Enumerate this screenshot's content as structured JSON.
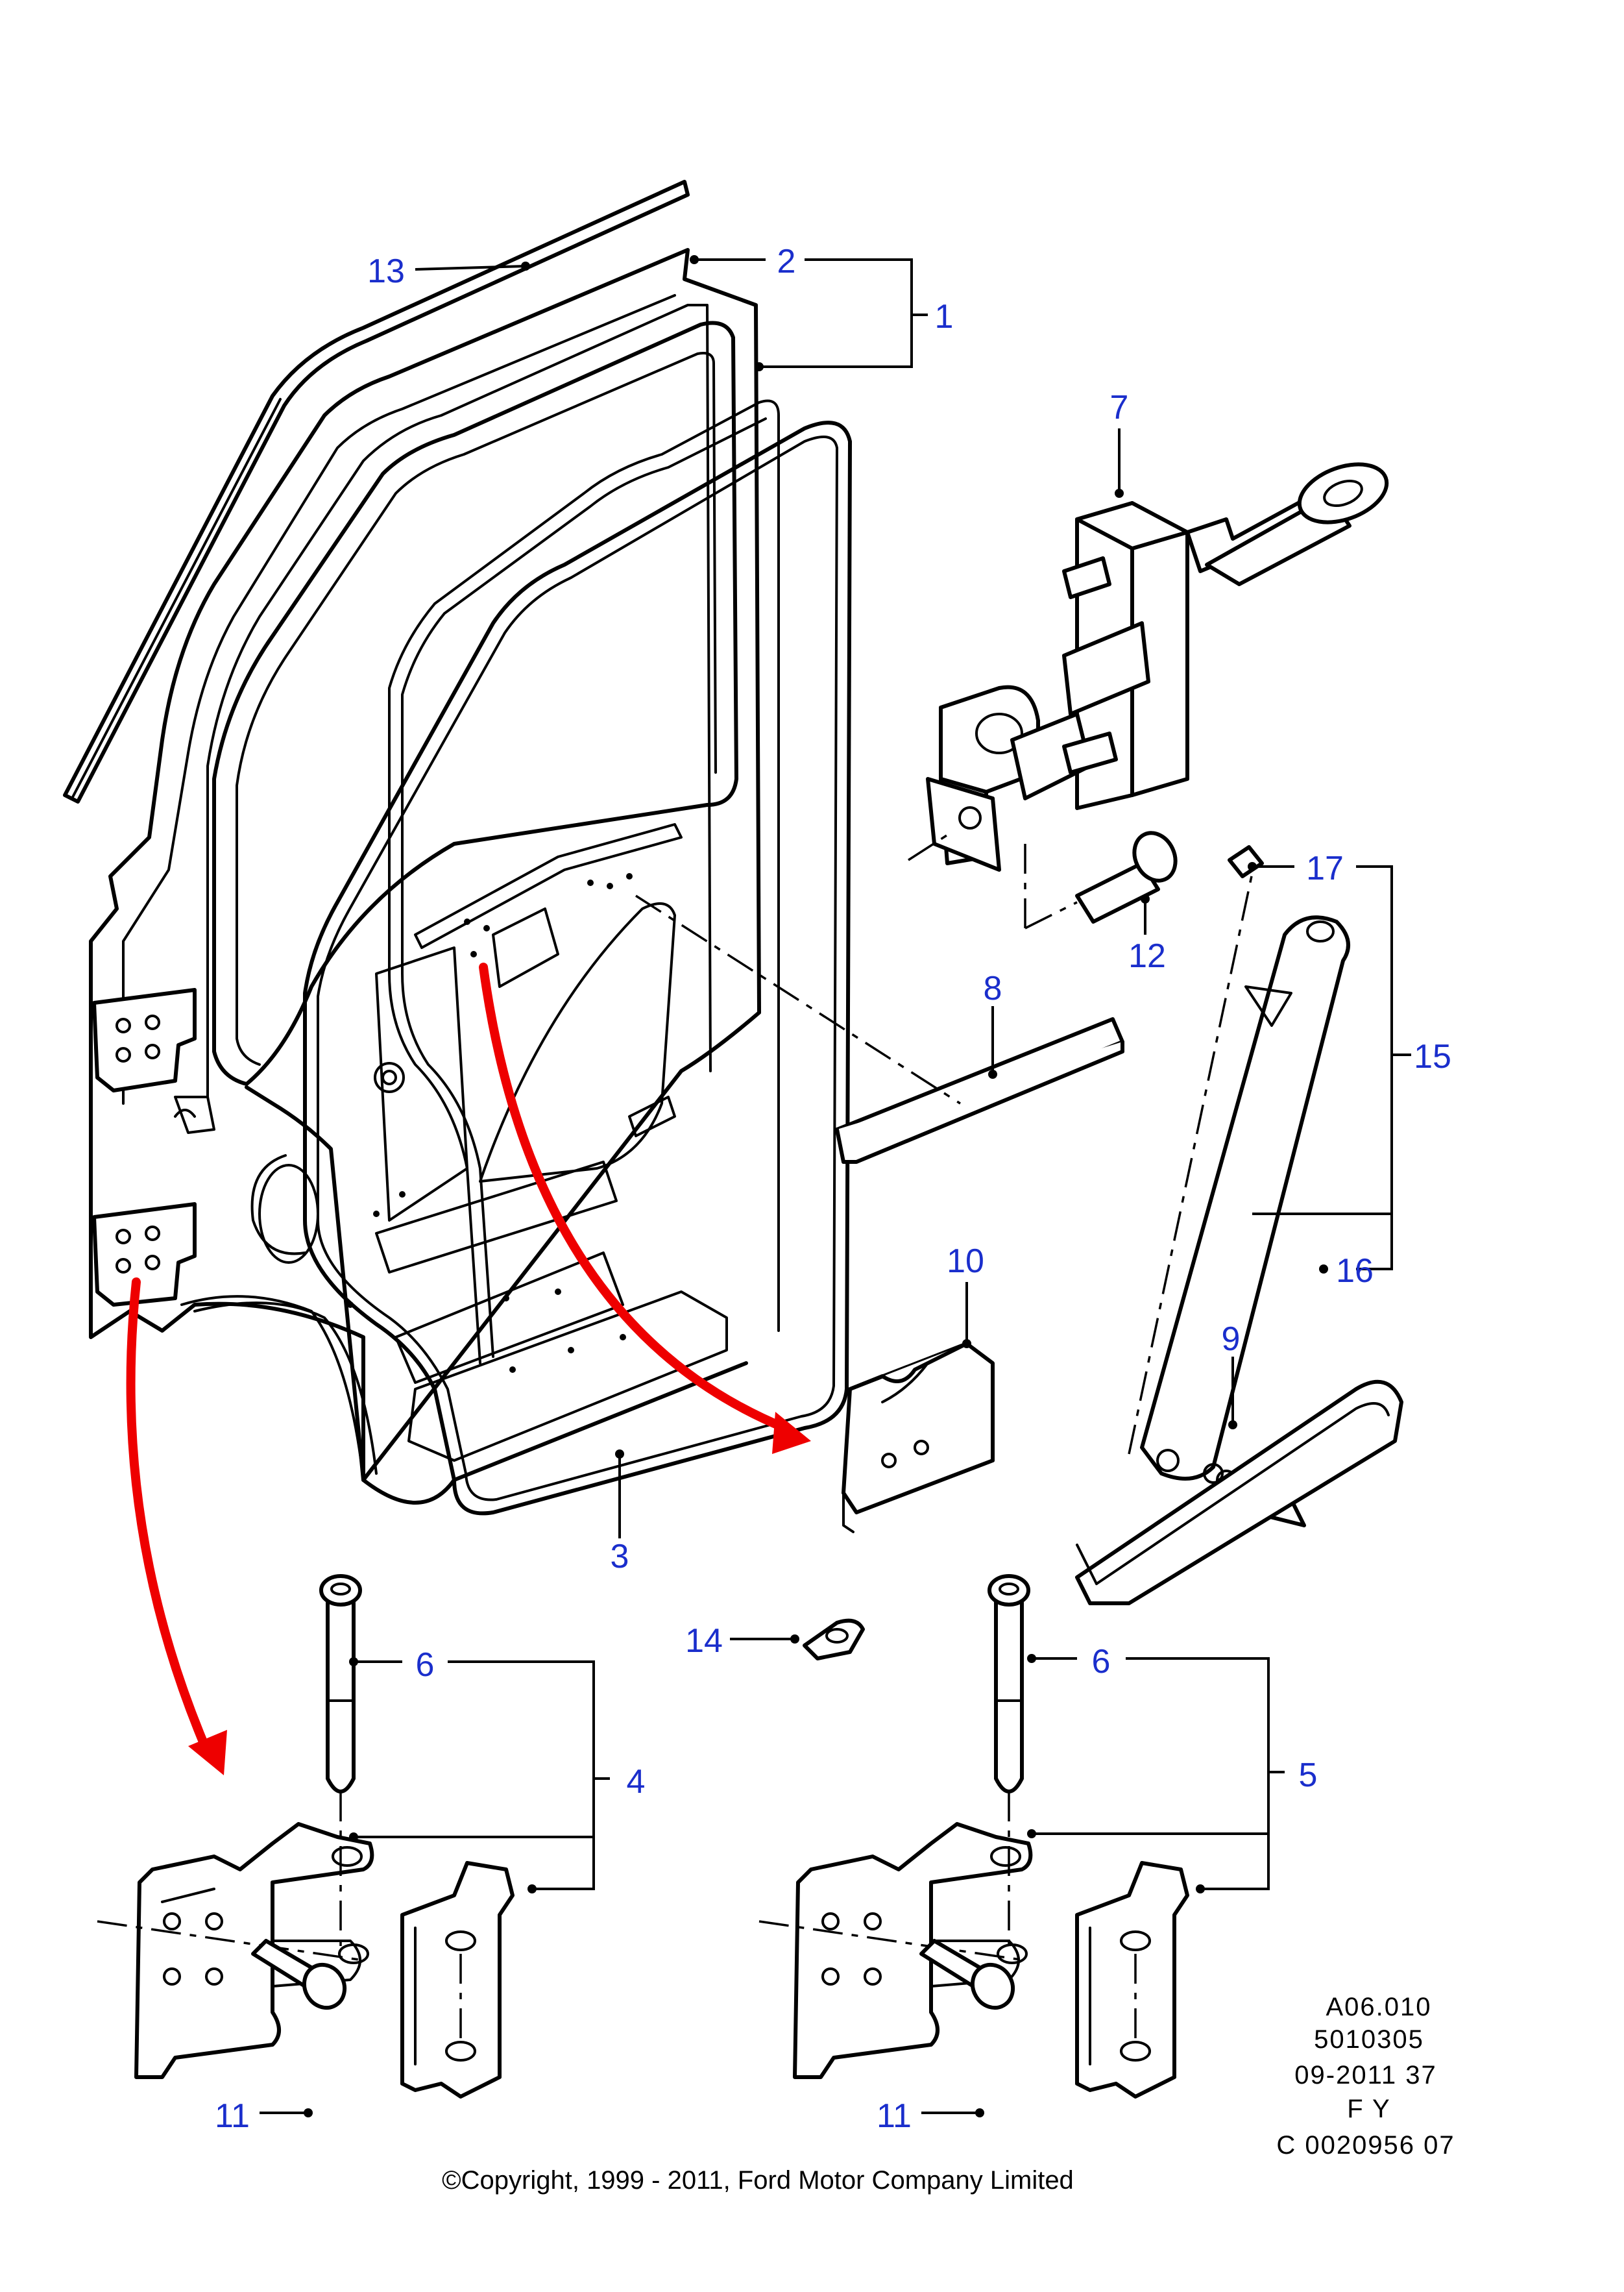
{
  "callouts": {
    "c1": "1",
    "c2": "2",
    "c3": "3",
    "c4": "4",
    "c5": "5",
    "c6a": "6",
    "c6b": "6",
    "c7": "7",
    "c8": "8",
    "c9": "9",
    "c10": "10",
    "c11a": "11",
    "c11b": "11",
    "c12": "12",
    "c13": "13",
    "c14": "14",
    "c15": "15",
    "c16": "16",
    "c17": "17"
  },
  "info_block": {
    "line1": "A06.010",
    "line2": "5010305",
    "line3": "09-2011 37",
    "line4": "F Y",
    "line5": "C 0020956 07"
  },
  "copyright": "©Copyright, 1999 - 2011, Ford Motor Company Limited",
  "colors": {
    "callout": "#1a2ecc",
    "arrow": "#ee0000",
    "line": "#000000"
  }
}
